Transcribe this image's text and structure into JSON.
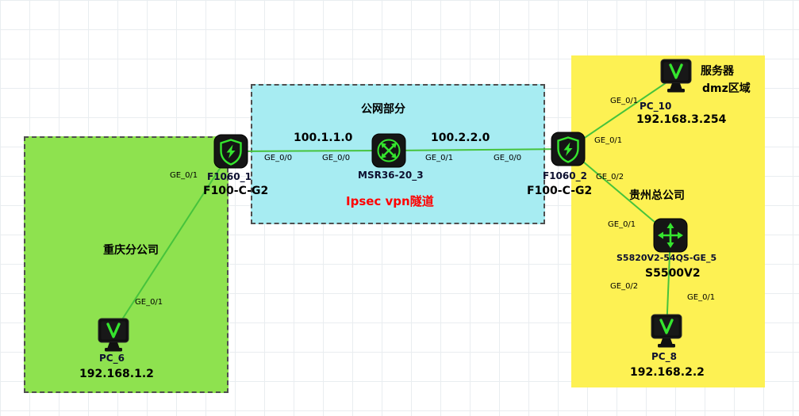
{
  "diagram": {
    "regions": {
      "chongqing": {
        "title": "重庆分公司"
      },
      "public": {
        "title": "公网部分",
        "net_left": "100.1.1.0",
        "net_right": "100.2.2.0",
        "tunnel": "Ipsec vpn隧道"
      },
      "guizhou": {
        "server_label": "服务器",
        "dmz_label": "dmz区域",
        "title": "贵州总公司"
      }
    },
    "devices": {
      "fw1": {
        "type": "firewall",
        "name": "F1060_1",
        "model": "F100-C-G2"
      },
      "router": {
        "type": "router",
        "name": "MSR36-20_3"
      },
      "fw2": {
        "type": "firewall",
        "name": "F1060_2",
        "model": "F100-C-G2"
      },
      "pc10": {
        "type": "pc",
        "name": "PC_10",
        "ip": "192.168.3.254"
      },
      "switch": {
        "type": "switch",
        "name": "S5820V2-54QS-GE_5",
        "model": "S5500V2"
      },
      "pc8": {
        "type": "pc",
        "name": "PC_8",
        "ip": "192.168.2.2"
      },
      "pc6": {
        "type": "pc",
        "name": "PC_6",
        "ip": "192.168.1.2"
      }
    },
    "ports": [
      "GE_0/1",
      "GE_0/0",
      "GE_0/0",
      "GE_0/1",
      "GE_0/0",
      "GE_0/1",
      "GE_0/1",
      "GE_0/2",
      "GE_0/1",
      "GE_0/2",
      "GE_0/1",
      "GE_0/1"
    ],
    "colors": {
      "accent": "#35e52e",
      "link": "#46c33c",
      "region_green": "#8ee24f",
      "region_cyan": "#a7ecf2",
      "region_yellow": "#fdf153",
      "tunnel_text": "#ff0000"
    }
  }
}
